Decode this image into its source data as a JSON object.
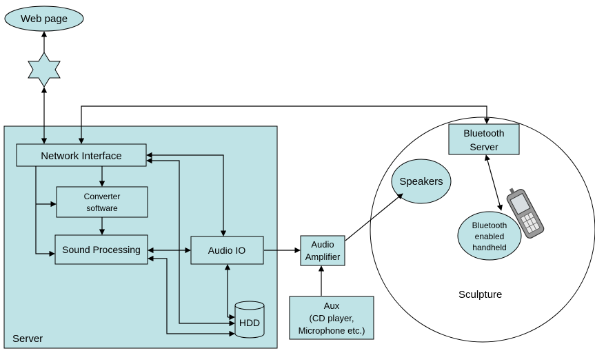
{
  "nodes": {
    "web_page": "Web page",
    "network_interface": "Network Interface",
    "converter_line1": "Converter",
    "converter_line2": "software",
    "sound_processing": "Sound Processing",
    "audio_io": "Audio IO",
    "hdd": "HDD",
    "server_label": "Server",
    "amp_line1": "Audio",
    "amp_line2": "Amplifier",
    "aux_line1": "Aux",
    "aux_line2": "(CD player,",
    "aux_line3": "Microphone etc.)",
    "speakers": "Speakers",
    "bt_server_line1": "Bluetooth",
    "bt_server_line2": "Server",
    "handheld_line1": "Bluetooth",
    "handheld_line2": "enabled",
    "handheld_line3": "handheld",
    "sculpture_label": "Sculpture"
  },
  "colors": {
    "fill": "#bfe3e6",
    "stroke": "#000000",
    "background": "#ffffff"
  },
  "icons": [
    "internet-star-icon",
    "mobile-phone-icon"
  ]
}
